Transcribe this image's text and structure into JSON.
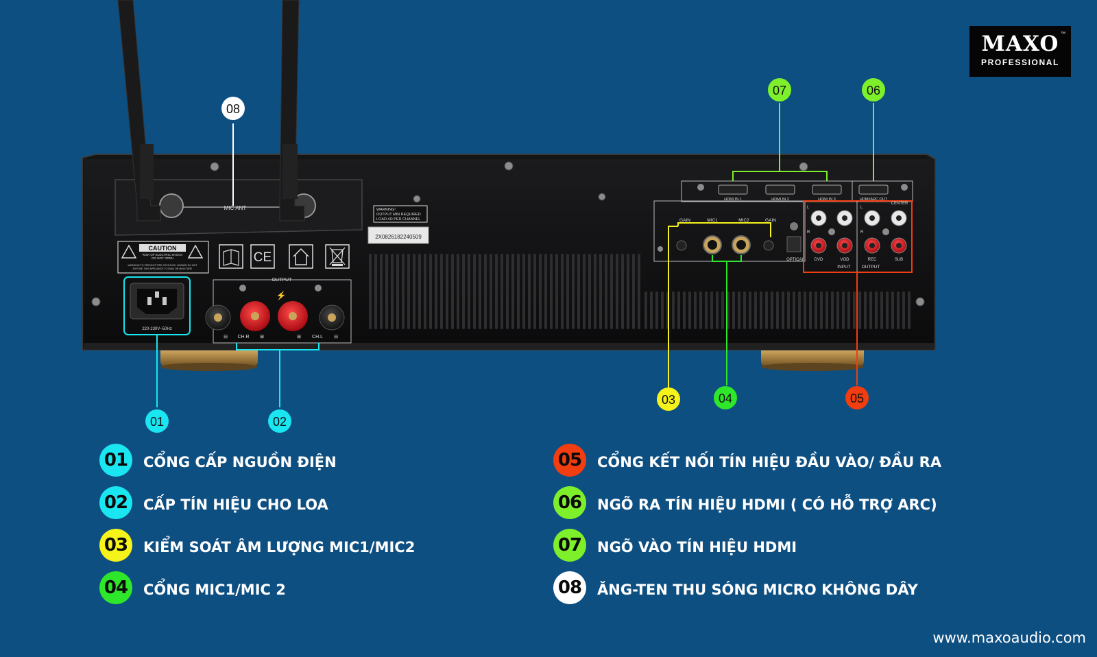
{
  "logo": {
    "brand": "MAXO",
    "tm": "™",
    "subtitle": "PROFESSIONAL"
  },
  "device_labels": {
    "mic_ant": "MIC ANT",
    "caution": "CAUTION",
    "caution_sub1": "RISK OF ELECTRIC SHOCK",
    "caution_sub2": "DO NOT OPEN",
    "caution_warn1": "WARNING:TO PREVENT FIRE OR SHOCK HAZARD DO NOT",
    "caution_warn2": "EXPOSE THIS APPLIANCE TO RAIN OR MOISTURE",
    "ce": "CE",
    "warning_l1": "WARNING!",
    "warning_l2": "OUTPUT MIN REQUIRED",
    "warning_l3": "LOAD:4Ω PER CHANNEL",
    "serial": "2X0826182240509",
    "power_rating": "220-230V~50Hz",
    "output": "OUTPUT",
    "ch_r": "CH.R",
    "ch_l": "CH.L",
    "gain_left": "GAIN",
    "mic1": "MIC1",
    "mic2": "MIC2",
    "gain_right": "GAIN",
    "optical": "OPTICAL",
    "hdmi_in1": "HDMI IN 1",
    "hdmi_in2": "HDMI IN 2",
    "hdmi_in3": "HDMI IN 3",
    "hdmi_arc_out": "HDMI/ARC OUT",
    "center": "CENTER",
    "dvd": "DVD",
    "vod": "VOD",
    "rec": "REC",
    "sub": "SUB",
    "input": "INPUT",
    "output_rca": "OUTPUT",
    "l1": "L",
    "r1": "R",
    "l2": "L",
    "r2": "R"
  },
  "callouts": {
    "c01": {
      "num": "01",
      "color": "#19e6f0"
    },
    "c02": {
      "num": "02",
      "color": "#19e6f0"
    },
    "c03": {
      "num": "03",
      "color": "#f6f31a"
    },
    "c04": {
      "num": "04",
      "color": "#2ee62a"
    },
    "c05": {
      "num": "05",
      "color": "#f23d10"
    },
    "c06": {
      "num": "06",
      "color": "#7ef02b"
    },
    "c07": {
      "num": "07",
      "color": "#7ef02b"
    },
    "c08": {
      "num": "08",
      "color": "#ffffff"
    }
  },
  "legend": [
    {
      "num": "01",
      "text": "CỔNG CẤP NGUỒN ĐIỆN",
      "color": "#19e6f0"
    },
    {
      "num": "02",
      "text": "CẤP TÍN HIỆU CHO LOA",
      "color": "#19e6f0"
    },
    {
      "num": "03",
      "text": "KIỂM SOÁT ÂM LƯỢNG MIC1/MIC2",
      "color": "#f6f31a"
    },
    {
      "num": "04",
      "text": "CỔNG MIC1/MIC 2",
      "color": "#2ee62a"
    },
    {
      "num": "05",
      "text": "CỔNG KẾT NỐI TÍN HIỆU ĐẦU VÀO/ ĐẦU RA",
      "color": "#f23d10"
    },
    {
      "num": "06",
      "text": "NGÕ RA TÍN HIỆU HDMI ( CÓ HỖ TRỢ ARC)",
      "color": "#7ef02b"
    },
    {
      "num": "07",
      "text": "NGÕ VÀO TÍN HIỆU HDMI",
      "color": "#7ef02b"
    },
    {
      "num": "08",
      "text": "ĂNG-TEN THU SÓNG MICRO KHÔNG DÂY",
      "color": "#ffffff"
    }
  ],
  "website": "www.maxoaudio.com"
}
